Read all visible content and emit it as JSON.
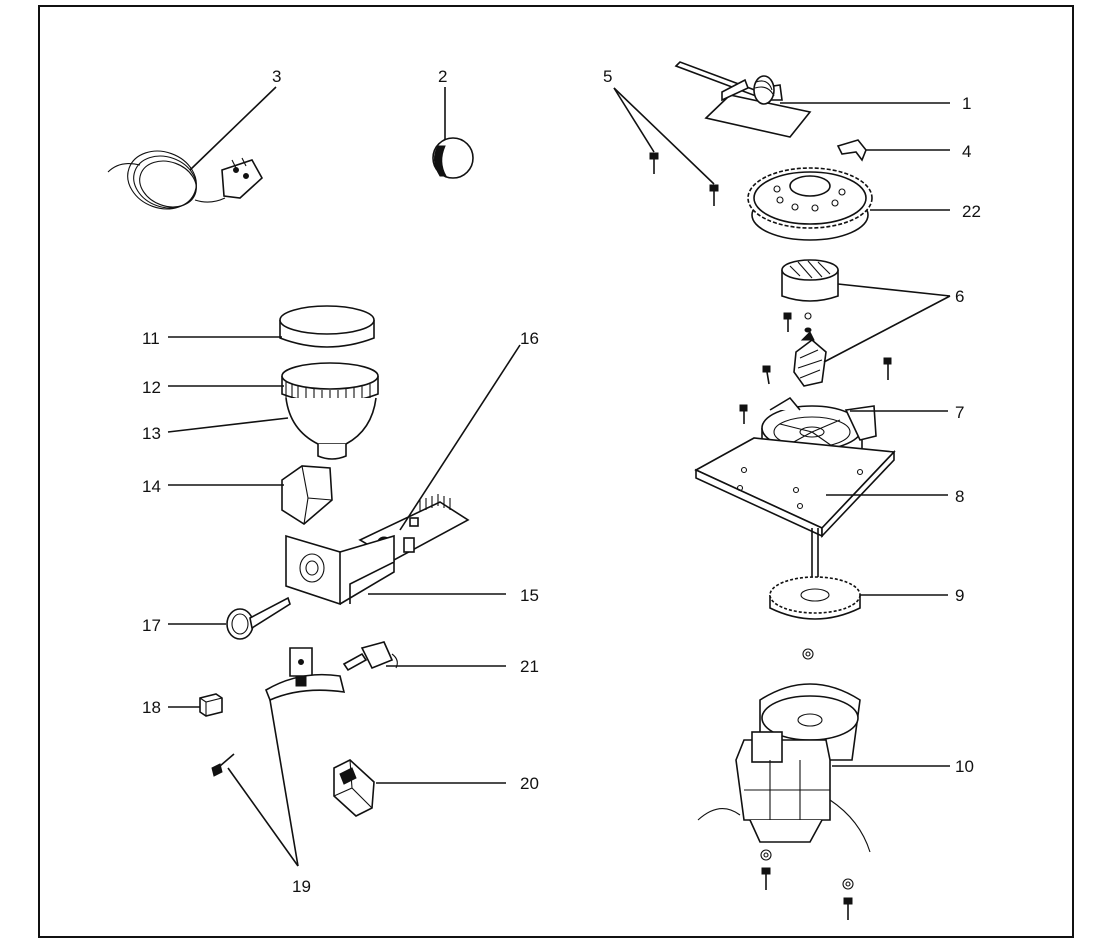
{
  "parts": [
    {
      "id": "cord",
      "label": "3"
    },
    {
      "id": "knob",
      "label": "2"
    },
    {
      "id": "screws-top",
      "label": "5"
    },
    {
      "id": "handle-bracket",
      "label": "1"
    },
    {
      "id": "clip",
      "label": "4"
    },
    {
      "id": "adjust-ring",
      "label": "22"
    },
    {
      "id": "burrs",
      "label": "6"
    },
    {
      "id": "burr-holder",
      "label": "7"
    },
    {
      "id": "base-plate",
      "label": "8"
    },
    {
      "id": "gear-shaft",
      "label": "9"
    },
    {
      "id": "motor",
      "label": "10"
    },
    {
      "id": "hopper-lid",
      "label": "11"
    },
    {
      "id": "hopper-ring",
      "label": "12"
    },
    {
      "id": "hopper",
      "label": "13"
    },
    {
      "id": "chute",
      "label": "14"
    },
    {
      "id": "pcb",
      "label": "16"
    },
    {
      "id": "bracket",
      "label": "15"
    },
    {
      "id": "timer-knob",
      "label": "17"
    },
    {
      "id": "switch",
      "label": "21"
    },
    {
      "id": "block",
      "label": "18"
    },
    {
      "id": "clamp-screws",
      "label": "19"
    },
    {
      "id": "micro-switch",
      "label": "20"
    }
  ],
  "colors": {
    "line": "#111111",
    "background": "#ffffff"
  }
}
